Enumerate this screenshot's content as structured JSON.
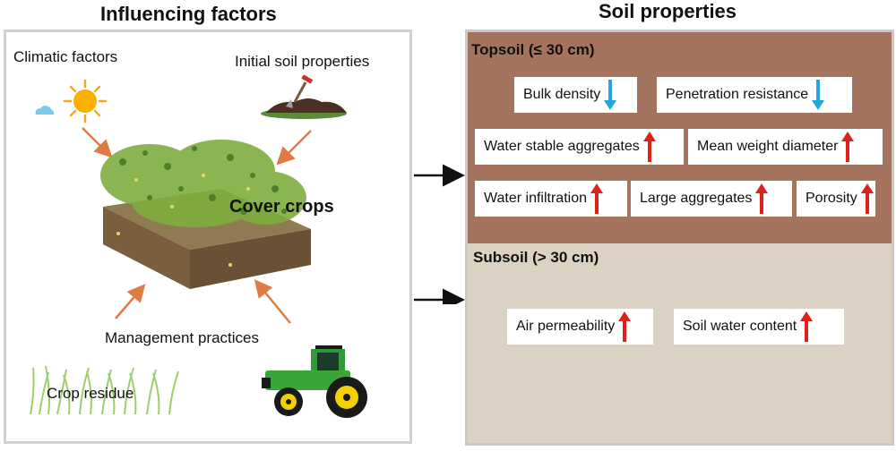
{
  "titles": {
    "left": "Influencing factors",
    "right": "Soil properties"
  },
  "influencing": {
    "climatic": "Climatic factors",
    "initial_soil": "Initial soil properties",
    "cover_crops": "Cover crops",
    "management": "Management practices",
    "crop_residue": "Crop residue"
  },
  "topsoil": {
    "label": "Topsoil (≤ 30 cm)",
    "properties": [
      {
        "label": "Bulk density",
        "trend": "down"
      },
      {
        "label": "Penetration resistance",
        "trend": "down"
      },
      {
        "label": "Water stable aggregates",
        "trend": "up"
      },
      {
        "label": "Mean weight diameter",
        "trend": "up"
      },
      {
        "label": "Water infiltration",
        "trend": "up"
      },
      {
        "label": "Large aggregates",
        "trend": "up"
      },
      {
        "label": "Porosity",
        "trend": "up"
      }
    ]
  },
  "subsoil": {
    "label": "Subsoil (> 30 cm)",
    "properties": [
      {
        "label": "Air permeability",
        "trend": "up"
      },
      {
        "label": "Soil water content",
        "trend": "up"
      }
    ]
  },
  "colors": {
    "topsoil_bg": "#a4735e",
    "subsoil_bg": "#dcd2c4",
    "up_arrow": "#e0201b",
    "down_arrow": "#23a6dc",
    "factor_arrow": "#e07a45"
  }
}
